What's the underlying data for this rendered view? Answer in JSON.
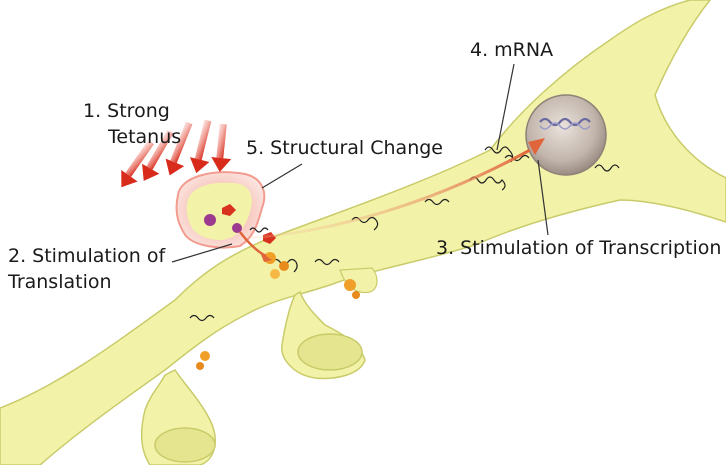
{
  "labels": {
    "strong_tetanus_line1": "1. Strong",
    "strong_tetanus_line2": "Tetanus",
    "stimulation_translation_line1": "2. Stimulation of",
    "stimulation_translation_line2": "Translation",
    "stimulation_transcription": "3. Stimulation of Transcription",
    "mrna": "4. mRNA",
    "structural_change": "5. Structural Change"
  },
  "colors": {
    "neuron_fill": "#f2f3a8",
    "neuron_stroke": "#c9cb6a",
    "spine_glow": "#f4b0a8",
    "arrow_red": "#d82b1c",
    "transport_arrow": "#e0653a",
    "nucleus": "#c9bdb4",
    "protein_orange": "#f0a028",
    "protein_purple": "#9b3a8f"
  }
}
